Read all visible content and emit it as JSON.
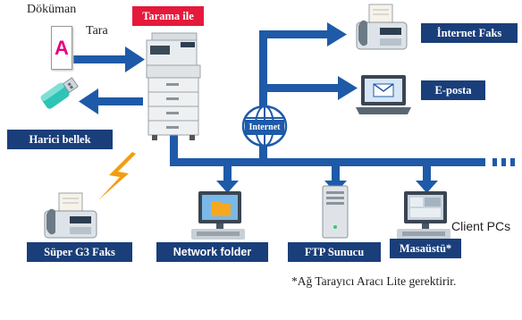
{
  "labels": {
    "document": "Döküman",
    "scan": "Tara",
    "scan_to": "Tarama ile",
    "usb": "Harici bellek",
    "internet_fax": "İnternet Faks",
    "email": "E-posta",
    "internet": "Internet",
    "fax": "Süper G3 Faks",
    "network_folder": "Network folder",
    "ftp": "FTP Sunucu",
    "desktop": "Masaüstü*",
    "client_pcs": "Client PCs",
    "footnote": "*Ağ Tarayıcı Aracı Lite gerektirir."
  },
  "icons": {
    "document": "A",
    "mfp": "multifunction-printer-icon",
    "usb": "usb-drive-icon",
    "globe": "globe-icon",
    "fax": "fax-machine-icon",
    "laptop": "laptop-email-icon",
    "pc": "desktop-pc-icon",
    "server": "server-tower-icon",
    "lightning": "lightning-icon"
  },
  "colors": {
    "brand_blue": "#1e5aa8",
    "label_navy": "#1a3e7a",
    "scan_red": "#e5193b",
    "lightning": "#f39c12",
    "doc_a": "#e5007e"
  }
}
